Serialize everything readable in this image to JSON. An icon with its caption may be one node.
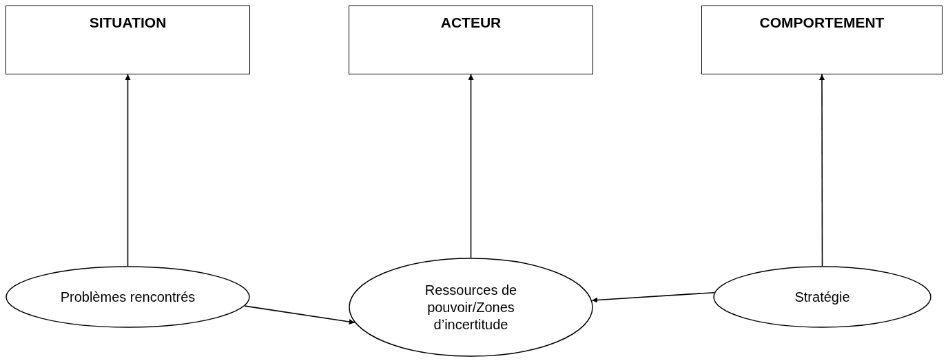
{
  "diagram": {
    "nodes": [
      {
        "text": [
          "SITUATION"
        ]
      },
      {
        "text": [
          "ACTEUR"
        ]
      },
      {
        "text": [
          "COMPORTEMENT"
        ]
      },
      {
        "text": [
          "Problèmes rencontrés"
        ]
      },
      {
        "text": [
          "Ressources de pouvoir/Zones d’incertitude"
        ]
      },
      {
        "text": [
          "Stratégie"
        ]
      }
    ],
    "edges": [
      {
        "from": 3,
        "to": 0,
        "arrow": "to"
      },
      {
        "from": 4,
        "to": 1,
        "arrow": "to"
      },
      {
        "from": 5,
        "to": 2,
        "arrow": "to"
      },
      {
        "from": 3,
        "to": 4,
        "arrow": "to"
      },
      {
        "from": 5,
        "to": 4,
        "arrow": "to"
      }
    ]
  }
}
